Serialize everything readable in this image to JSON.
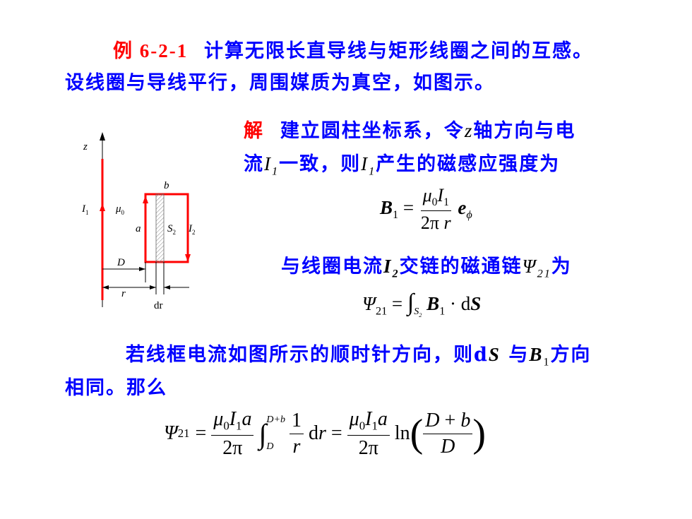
{
  "title": {
    "example_label": "例 6-2-1",
    "line1": "计算无限长直导线与矩形线圈之间的互感。",
    "line2": "设线圈与导线平行，周围媒质为真空，如图示。"
  },
  "solution": {
    "label": "解",
    "line1_a": "建立圆柱坐标系，令",
    "line1_z": "z",
    "line1_b": "轴方向与电",
    "line2_a": "流",
    "line2_b": "一致，则",
    "line2_c": "产生的磁感应强度为",
    "flux_a": "与线圈电流",
    "flux_b": "交链的磁通链",
    "flux_c": "为"
  },
  "paragraph": {
    "line1_a": "若线框电流如图所示的顺时针方向，则d",
    "line1_b": "与",
    "line1_c": "方向",
    "line2": "相同。那么"
  },
  "diagram": {
    "z": "z",
    "I1": "I",
    "I1_sub": "1",
    "mu0": "μ",
    "mu0_sub": "0",
    "b": "b",
    "a": "a",
    "S2": "S",
    "S2_sub": "2",
    "I2": "I",
    "I2_sub": "2",
    "D": "D",
    "r": "r",
    "dr": "dr"
  },
  "colors": {
    "text_blue": "#0000ff",
    "accent_red": "#ff0000",
    "math_black": "#000000"
  }
}
